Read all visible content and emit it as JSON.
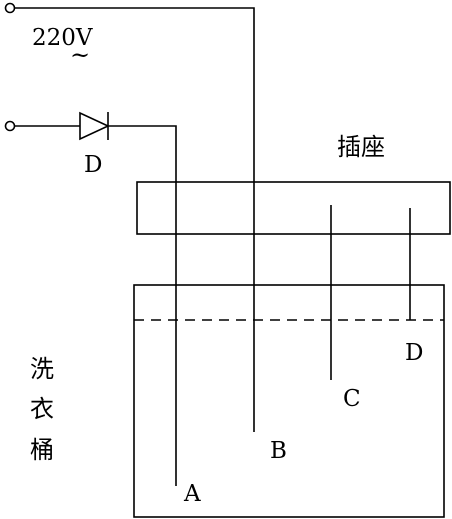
{
  "diagram": {
    "supply": {
      "voltage_label": "220V",
      "ac_symbol": "~"
    },
    "diode": {
      "label": "D"
    },
    "socket": {
      "label": "插座"
    },
    "tub": {
      "label_chars": [
        "洗",
        "衣",
        "桶"
      ]
    },
    "probes": [
      "A",
      "B",
      "C",
      "D"
    ],
    "colors": {
      "line": "#000000",
      "background": "#ffffff"
    }
  }
}
